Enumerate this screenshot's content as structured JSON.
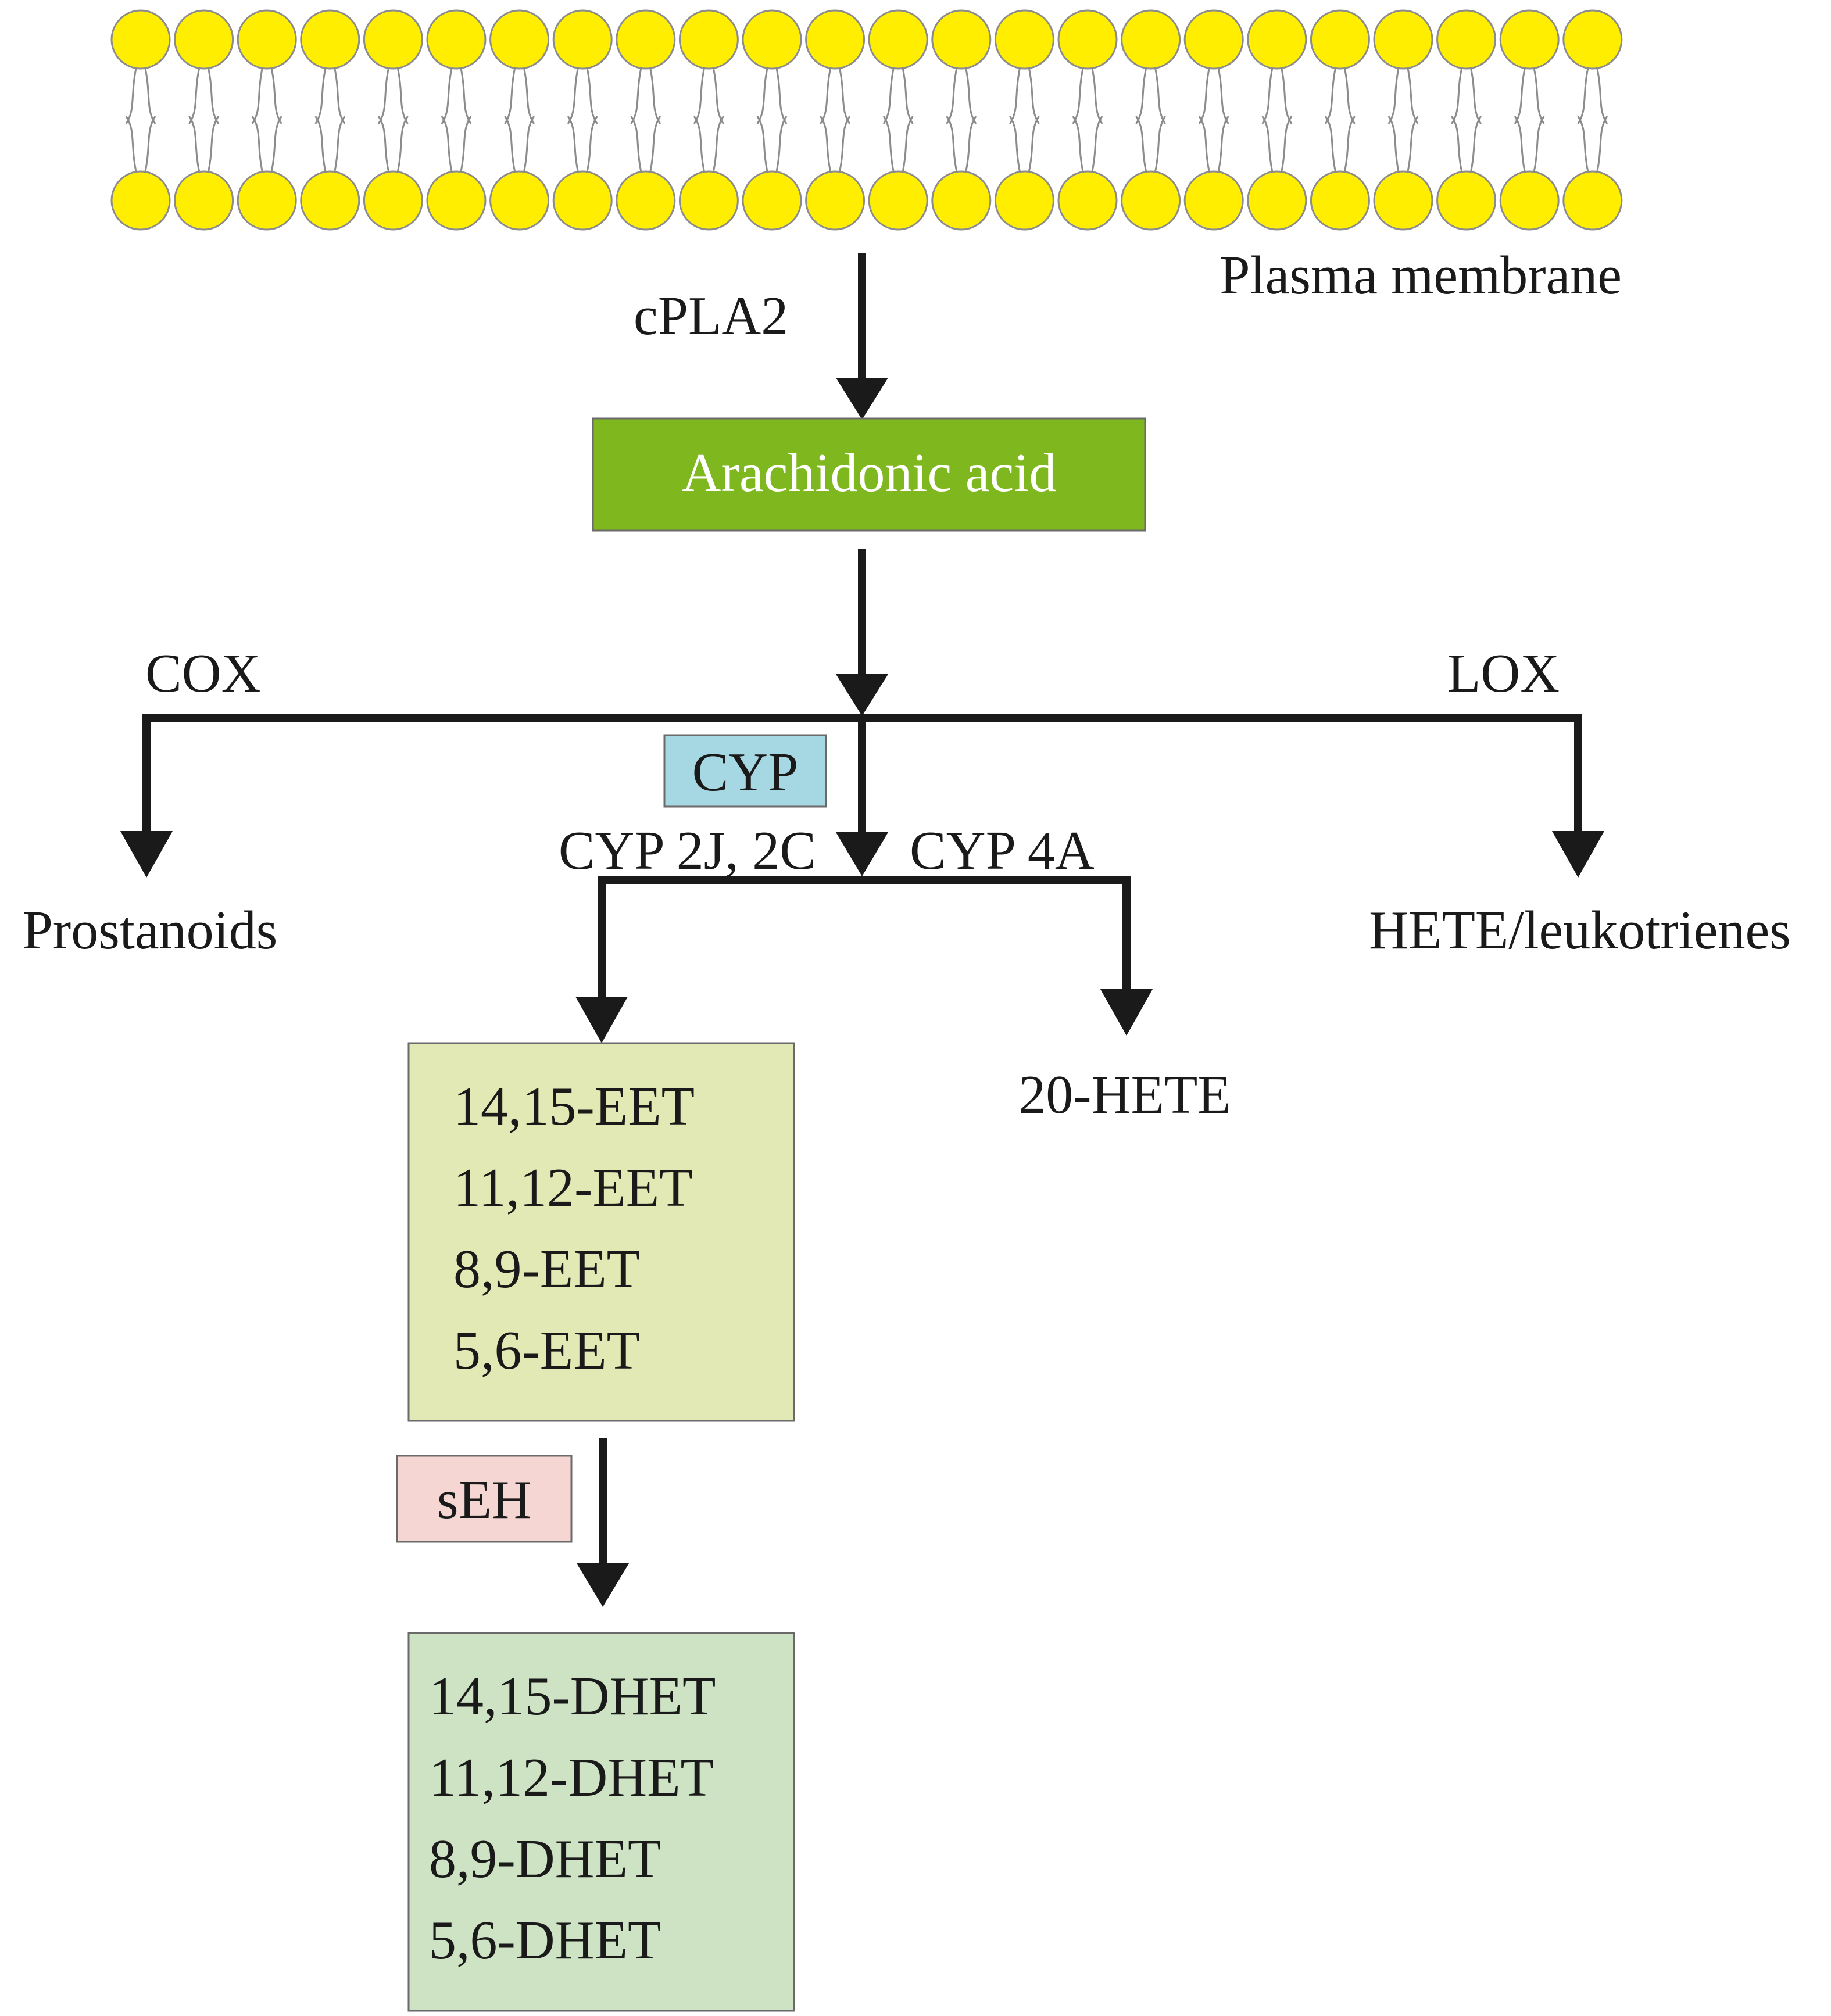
{
  "colors": {
    "lipid_head": "#ffee00",
    "arachidonic_box": "#7fb81e",
    "cyp_box": "#a6d8e3",
    "eet_box": "#e2e9b4",
    "seh_box": "#f6d6d3",
    "dhet_box": "#cde3c4",
    "arrow": "#1a1a1a"
  },
  "membrane": {
    "label": "Plasma membrane"
  },
  "enzymes": {
    "cpla2": "cPLA2",
    "cox": "COX",
    "lox": "LOX",
    "cyp": "CYP",
    "cyp_2j_2c": "CYP 2J, 2C",
    "cyp_4a": "CYP 4A",
    "seh": "sEH"
  },
  "nodes": {
    "arachidonic_acid": "Arachidonic acid",
    "prostanoids": "Prostanoids",
    "hete_leukotrienes": "HETE/leukotrienes",
    "hete20": "20-HETE",
    "eets": [
      "14,15-EET",
      "11,12-EET",
      "8,9-EET",
      "5,6-EET"
    ],
    "dhets": [
      "14,15-DHET",
      "11,12-DHET",
      "8,9-DHET",
      "5,6-DHET"
    ]
  }
}
